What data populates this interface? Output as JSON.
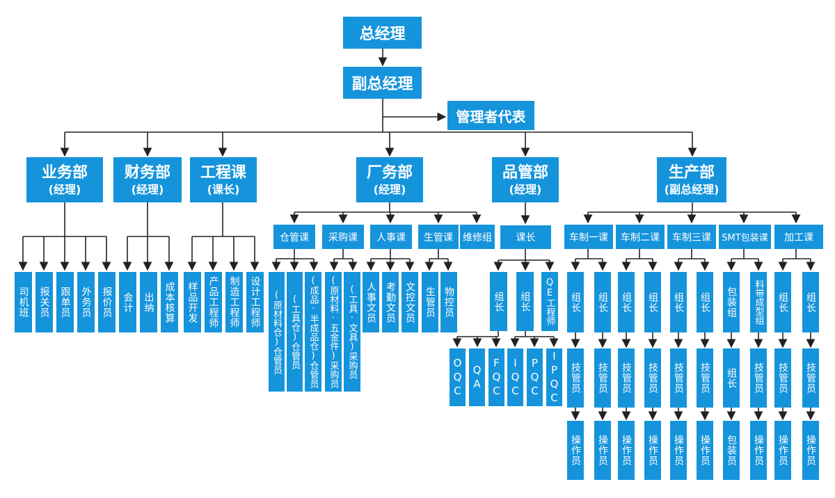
{
  "top": {
    "ceo": "总经理",
    "vice": "副总经理",
    "rep": "管理者代表"
  },
  "depts": {
    "sales": {
      "name": "业务部",
      "sub": "(经理)"
    },
    "finance": {
      "name": "财务部",
      "sub": "(经理)"
    },
    "eng": {
      "name": "工程课",
      "sub": "(课长)"
    },
    "factory": {
      "name": "厂务部",
      "sub": "(经理)"
    },
    "qc": {
      "name": "品管部",
      "sub": "(经理)"
    },
    "prod": {
      "name": "生产部",
      "sub": "(副总经理)"
    }
  },
  "sales_staff": [
    "司机班",
    "报关员",
    "跟单员",
    "外务员",
    "报价员"
  ],
  "finance_staff": [
    "会计",
    "出纳",
    "成本核算"
  ],
  "eng_staff": [
    "样品开发",
    "产品工程师",
    "制造工程师",
    "设计工程师"
  ],
  "factory_sections": [
    "仓管课",
    "采购课",
    "人事课",
    "生管课",
    "维修组"
  ],
  "warehouse_staff": [
    [
      "(原材料仓)",
      "仓管员"
    ],
    [
      "(工具仓)",
      "仓管员"
    ],
    [
      "(成品·半成品仓)",
      "仓管员"
    ]
  ],
  "purchase_staff": [
    [
      "(原材料·五金件)",
      "采购员"
    ],
    [
      "(工具·文具)",
      "采购员"
    ]
  ],
  "hr_staff": [
    "人事文员",
    "考勤文员",
    "文控文员"
  ],
  "pc_staff": [
    "生管员",
    "物控员"
  ],
  "qc": {
    "chief": "课长",
    "leaders": [
      "组长",
      "组长",
      "QE工程师"
    ],
    "inspectors": [
      "OQC",
      "QA",
      "FQC",
      "IQC",
      "PQC",
      "IPQC"
    ]
  },
  "prod_sections": [
    "车制一课",
    "车制二课",
    "车制三课",
    "SMT包装课",
    "加工课"
  ],
  "prod_cols": [
    {
      "lead": "组长",
      "mid": "技管员",
      "bot": "操作员"
    },
    {
      "lead": "组长",
      "mid": "技管员",
      "bot": "操作员"
    },
    {
      "lead": "组长",
      "mid": "技管员",
      "bot": "操作员"
    },
    {
      "lead": "组长",
      "mid": "技管员",
      "bot": "操作员"
    },
    {
      "lead": "组长",
      "mid": "技管员",
      "bot": "操作员"
    },
    {
      "lead": "组长",
      "mid": "技管员",
      "bot": "操作员"
    },
    {
      "lead": "包装组",
      "mid": "组长",
      "bot": "包装员"
    },
    {
      "lead": "料带成型组",
      "mid": "技管员",
      "bot": "操作员"
    },
    {
      "lead": "组长",
      "mid": "技管员",
      "bot": "操作员"
    },
    {
      "lead": "组长",
      "mid": "技管员",
      "bot": "操作员"
    }
  ]
}
